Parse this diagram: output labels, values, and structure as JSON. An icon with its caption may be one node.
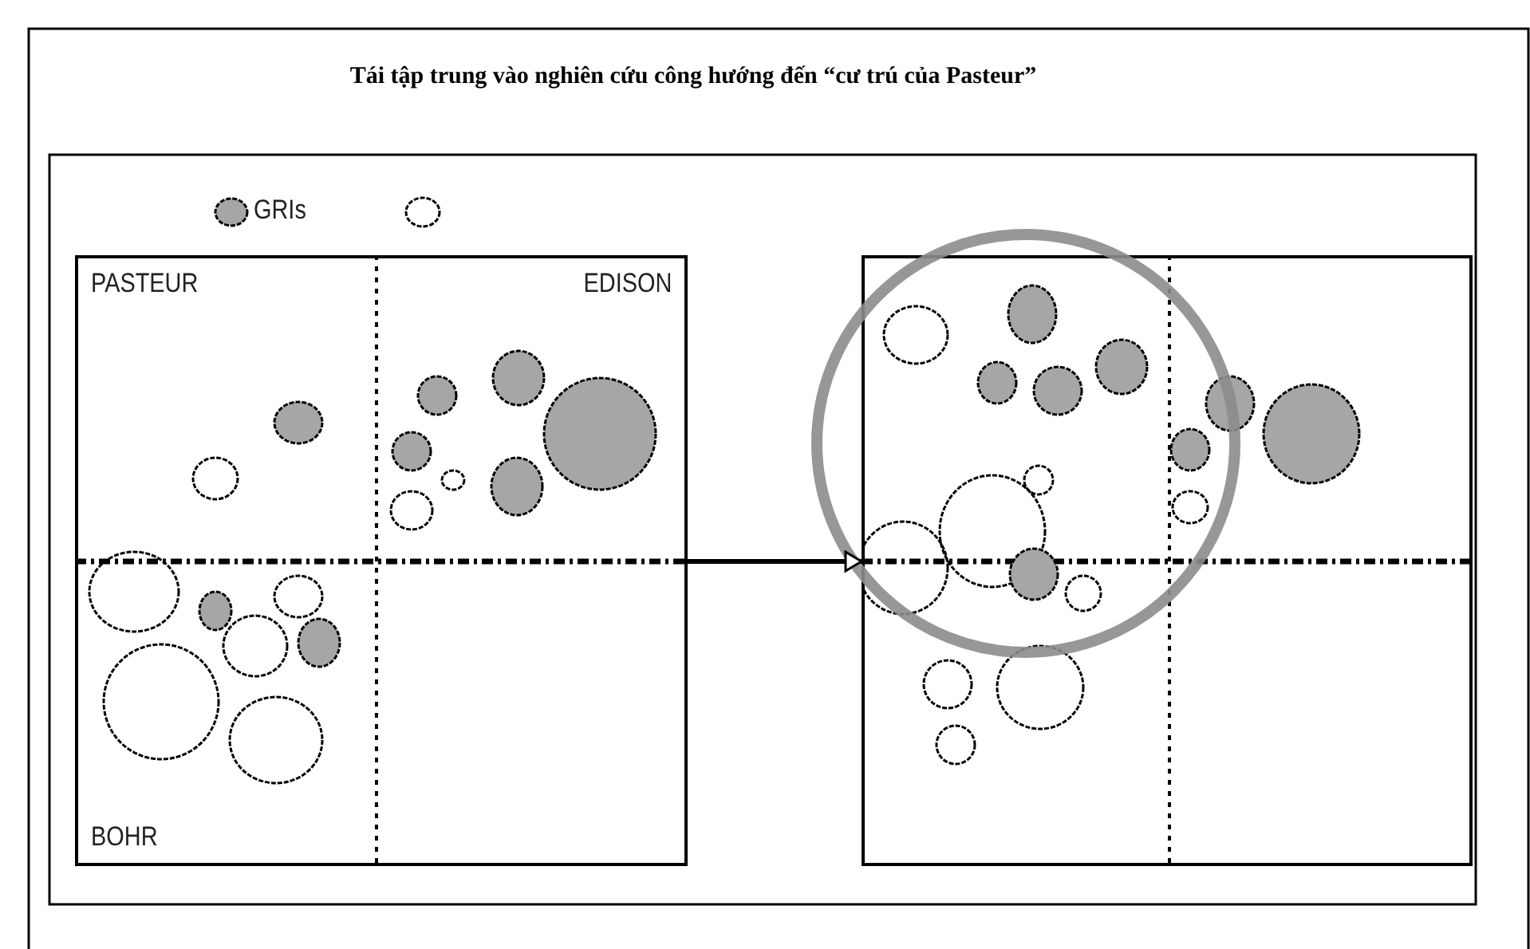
{
  "diagram": {
    "title": "Tái tập trung vào nghiên cứu công hướng đến “cư trú của Pasteur”",
    "nodes": [
      {
        "text": [
          "PASTEUR",
          "EDISON",
          "BOHR"
        ]
      },
      {
        "text": [],
        "shape": "box"
      }
    ],
    "edges": [
      {
        "from": 0,
        "to": 1,
        "arrow": "to"
      }
    ],
    "legend": [
      {
        "text": "GRIs",
        "color": "#a6a6a6"
      }
    ]
  }
}
